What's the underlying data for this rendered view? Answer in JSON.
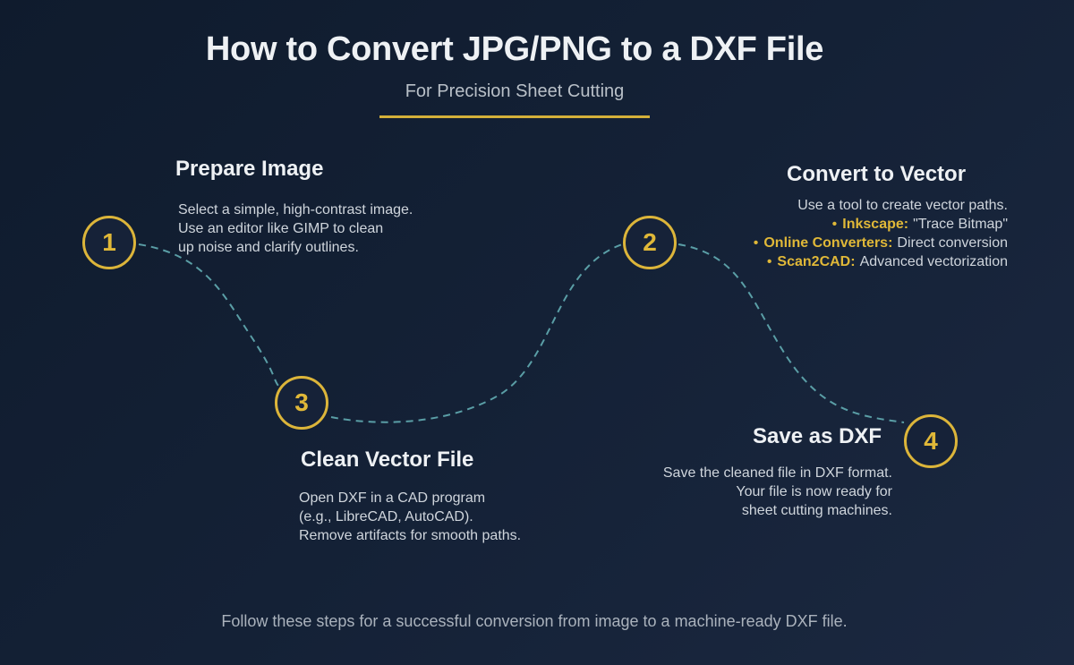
{
  "header": {
    "title": "How to Convert JPG/PNG to a DXF File",
    "subtitle": "For Precision Sheet Cutting"
  },
  "colors": {
    "background_start": "#0f1b2d",
    "background_end": "#1b2840",
    "accent_gold": "#e0b838",
    "path_teal": "#5a9ea6",
    "text_primary": "#eef1f4",
    "text_secondary": "#cfd5dc"
  },
  "steps": [
    {
      "number": "1",
      "title": "Prepare Image",
      "lines": [
        "Select a simple, high-contrast image.",
        "Use an editor like GIMP to clean",
        "up noise and clarify outlines."
      ]
    },
    {
      "number": "2",
      "title": "Convert to Vector",
      "intro": "Use a tool to create vector paths.",
      "bullets": [
        {
          "key": "Inkscape:",
          "value": "\"Trace Bitmap\""
        },
        {
          "key": "Online Converters:",
          "value": "Direct conversion"
        },
        {
          "key": "Scan2CAD:",
          "value": "Advanced vectorization"
        }
      ],
      "bullet_symbol": "•"
    },
    {
      "number": "3",
      "title": "Clean Vector File",
      "lines": [
        "Open DXF in a CAD program",
        "(e.g., LibreCAD, AutoCAD).",
        "Remove artifacts for smooth paths."
      ]
    },
    {
      "number": "4",
      "title": "Save as DXF",
      "lines": [
        "Save the cleaned file in DXF format.",
        "Your file is now ready for",
        "sheet cutting machines."
      ]
    }
  ],
  "footer": {
    "text": "Follow these steps for a successful conversion from image to a machine-ready DXF file."
  }
}
